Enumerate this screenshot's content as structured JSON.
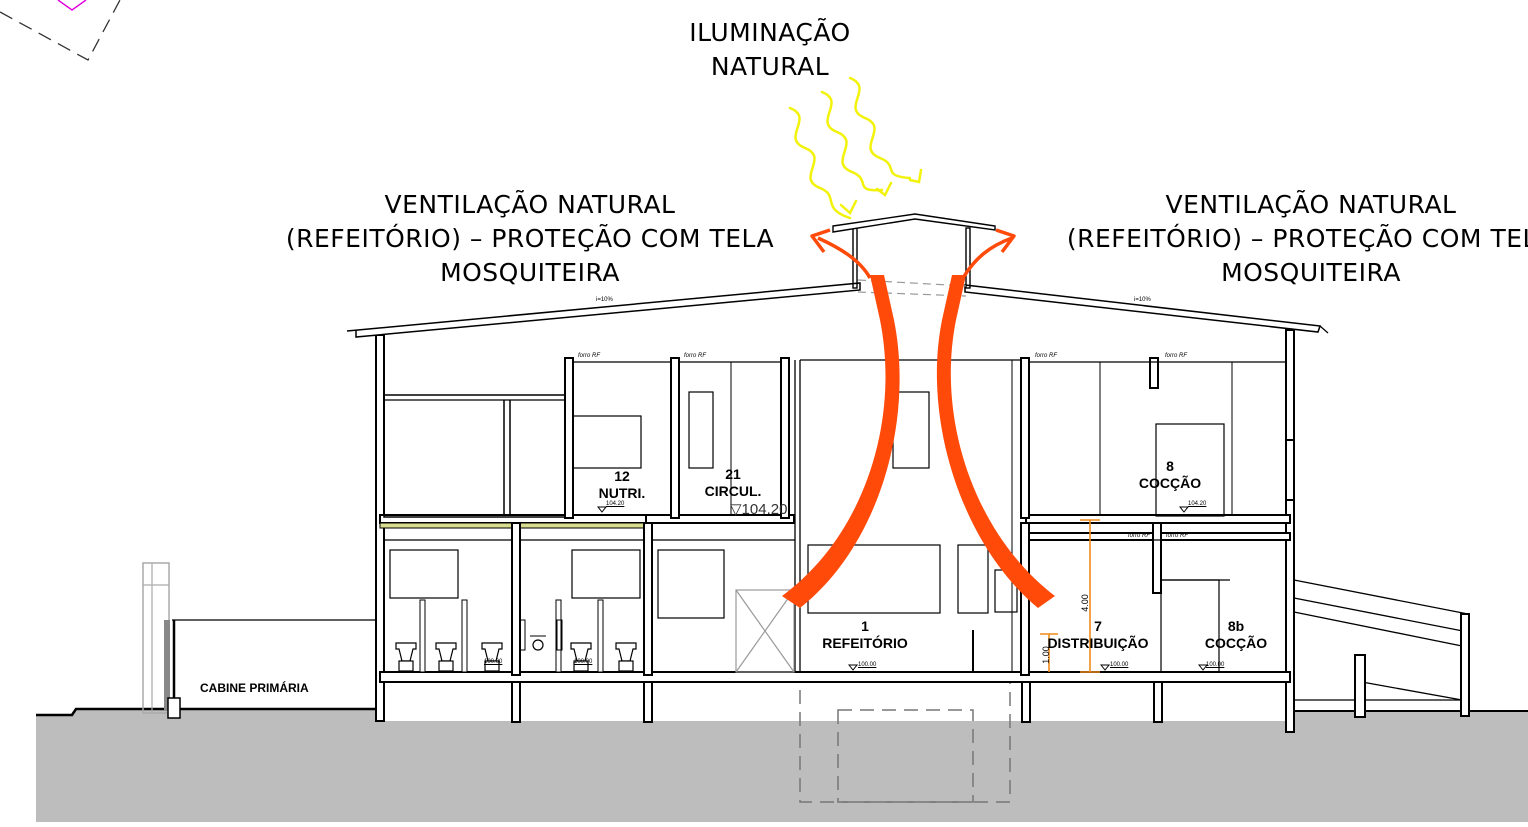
{
  "annotations": {
    "light": [
      "ILUMINAÇÃO",
      "NATURAL"
    ],
    "vent_left": [
      "VENTILAÇÃO  NATURAL",
      "(REFEITÓRIO)  –  PROTEÇÃO  COM  TELA",
      "MOSQUITEIRA"
    ],
    "vent_right": [
      "VENTILAÇÃO  NATURAL",
      "(REFEITÓRIO)  –  PROTEÇÃO  COM  TELA",
      "MOSQUITEIRA"
    ]
  },
  "slope_labels": {
    "left": "i=10%",
    "right": "i=10%"
  },
  "ceiling_label": "forro RF",
  "rooms": {
    "r12": {
      "number": "12",
      "name": "NUTRI."
    },
    "r21": {
      "number": "21",
      "name": "CIRCUL."
    },
    "r8": {
      "number": "8",
      "name": "COCÇÃO"
    },
    "r1": {
      "number": "1",
      "name": "REFEITÓRIO"
    },
    "r7": {
      "number": "7",
      "name": "DISTRIBUIÇÃO"
    },
    "r8b": {
      "number": "8b",
      "name": "COCÇÃO"
    },
    "cabine": "CABINE  PRIMÁRIA"
  },
  "levels": {
    "upper": "104.20",
    "circ": "▽104.20",
    "ground": "100.00",
    "wc": "100.00"
  },
  "dimensions": {
    "height": "4.00",
    "sill": "1.00"
  },
  "colors": {
    "airflow": "#ff4a0a",
    "sunlight": "#f2f20a",
    "ground": "#bdbdbd",
    "slab_finish": "#d9dd8f",
    "dimension": "#f08a1a",
    "outline": "#000000"
  }
}
